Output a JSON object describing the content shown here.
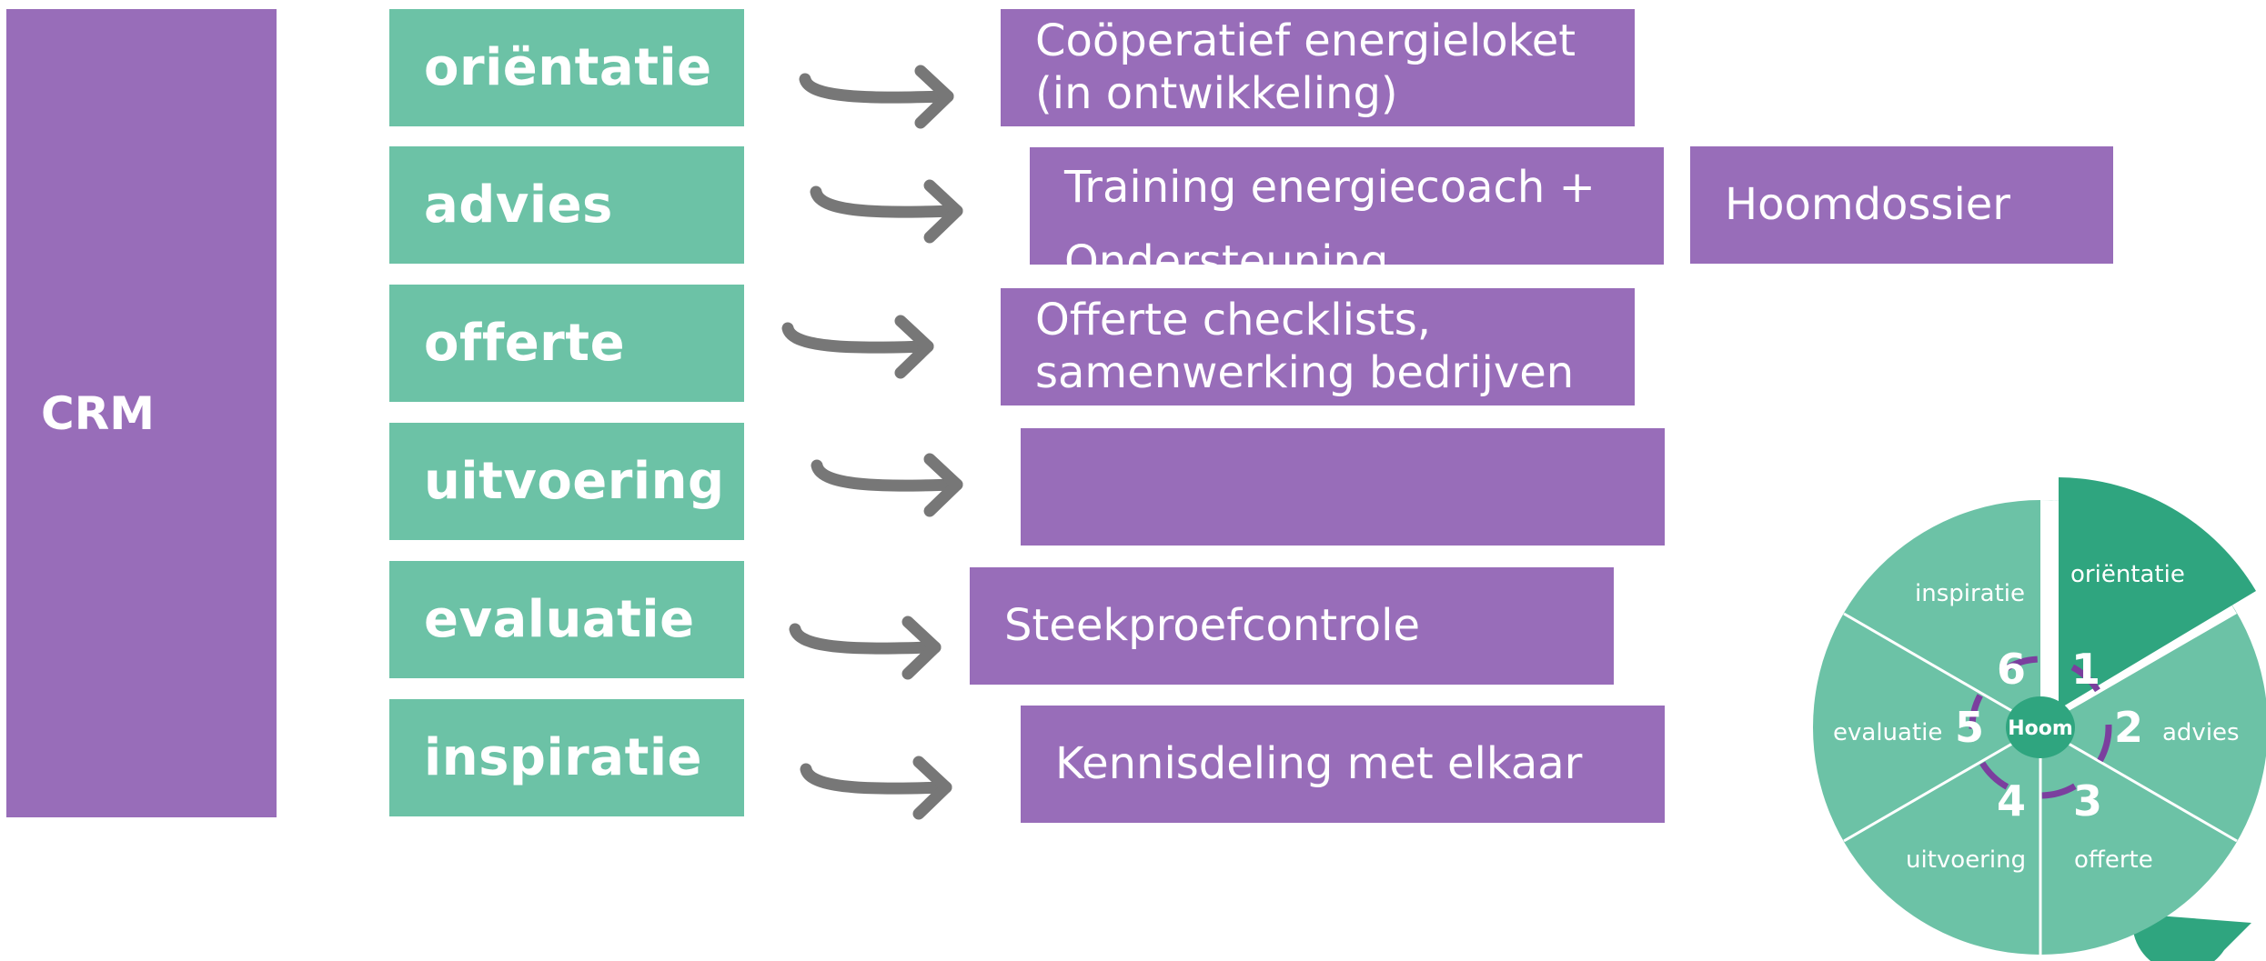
{
  "crm_label": "CRM",
  "phases": [
    "oriëntatie",
    "advies",
    "offerte",
    "uitvoering",
    "evaluatie",
    "inspiratie"
  ],
  "tools": {
    "orientatie": [
      "Coöperatief energieloket",
      "(in ontwikkeling)"
    ],
    "advies": [
      "Training energiecoach +",
      "Ondersteuning"
    ],
    "advies_extra": "Hoomdossier",
    "offerte": [
      "Offerte checklists,",
      "samenwerking bedrijven"
    ],
    "uitvoering": "",
    "evaluatie": "Steekproefcontrole",
    "inspiratie": "Kennisdeling met elkaar"
  },
  "wheel": {
    "center_label": "Hoom",
    "segments": [
      {
        "number": "1",
        "label": "oriëntatie"
      },
      {
        "number": "2",
        "label": "advies"
      },
      {
        "number": "3",
        "label": "offerte"
      },
      {
        "number": "4",
        "label": "uitvoering"
      },
      {
        "number": "5",
        "label": "evaluatie"
      },
      {
        "number": "6",
        "label": "inspiratie"
      }
    ]
  },
  "colors": {
    "purple": "#986db9",
    "green": "#6cc2a6",
    "dark_green": "#2fa57f",
    "arrow_gray": "#777777"
  }
}
